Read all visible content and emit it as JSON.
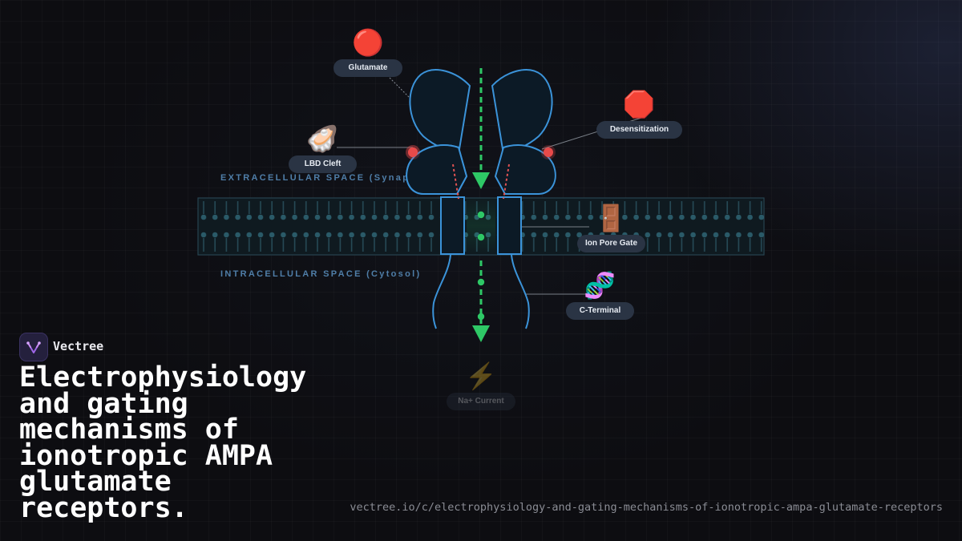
{
  "diagram": {
    "extracellular_label": "EXTRACELLULAR SPACE (Synaptic Cleft)",
    "intracellular_label": "INTRACELLULAR SPACE (Cytosol)",
    "callouts": {
      "glutamate": {
        "icon": "red-circle-icon",
        "glyph": "🔴",
        "label": "Glutamate"
      },
      "lbd_cleft": {
        "icon": "oyster-icon",
        "glyph": "🦪",
        "label": "LBD Cleft"
      },
      "desensitization": {
        "icon": "stop-sign-icon",
        "glyph": "🛑",
        "label": "Desensitization"
      },
      "ion_pore_gate": {
        "icon": "door-icon",
        "glyph": "🚪",
        "label": "Ion Pore Gate"
      },
      "c_terminal": {
        "icon": "dna-icon",
        "glyph": "🧬",
        "label": "C-Terminal"
      },
      "na_current": {
        "icon": "lightning-icon",
        "glyph": "⚡",
        "label": "Na+ Current"
      }
    },
    "colors": {
      "receptor_outline": "#3b93d9",
      "ion_flow": "#2ec866",
      "binding_site": "#e84a4a",
      "membrane_accent": "#5f9fb6"
    }
  },
  "brand": {
    "name": "Vectree",
    "logo_icon": "vectree-logo-icon"
  },
  "title": "Electrophysiology and gating mechanisms of ionotropic AMPA glutamate receptors.",
  "url": "vectree.io/c/electrophysiology-and-gating-mechanisms-of-ionotropic-ampa-glutamate-receptors"
}
